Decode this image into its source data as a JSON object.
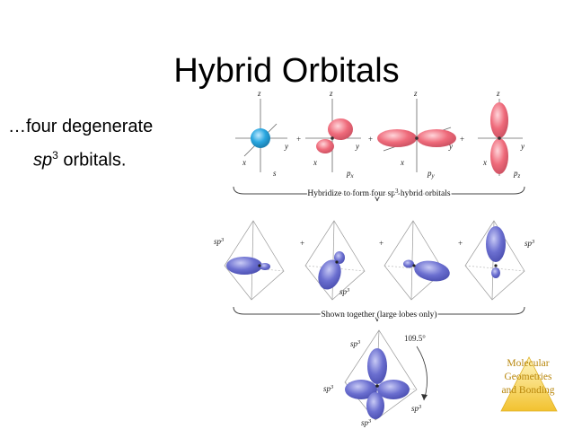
{
  "slide": {
    "title": "Hybrid Orbitals",
    "bullet_line1": "…four degenerate",
    "bullet_line2_italic": "sp",
    "bullet_line2_sup": "3",
    "bullet_line2_rest": " orbitals."
  },
  "figure": {
    "axis_z": "z",
    "axis_y": "y",
    "axis_x": "x",
    "orbital_s": "s",
    "orbital_px": "p",
    "orbital_px_sub": "x",
    "orbital_py": "p",
    "orbital_py_sub": "y",
    "orbital_pz": "p",
    "orbital_pz_sub": "z",
    "plus": "+",
    "caption_hybridize": "Hybridize to form four sp",
    "caption_hybridize_sup": "3",
    "caption_hybridize_end": " hybrid orbitals",
    "caption_together": "Shown together (large lobes only)",
    "sp3_label": "sp",
    "sp3_sup": "3",
    "angle": "109.5°",
    "colors": {
      "s_orbital": "#2aa7e0",
      "p_orbital": "#ef6b7b",
      "hybrid": "#6b6fd0"
    }
  },
  "badge": {
    "line1": "Molecular",
    "line2": "Geometries",
    "line3": "and Bonding"
  }
}
